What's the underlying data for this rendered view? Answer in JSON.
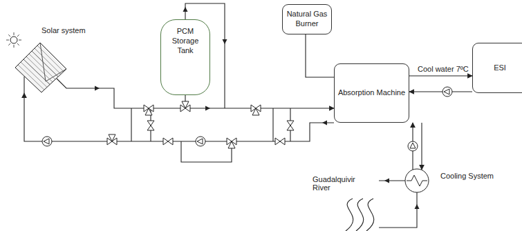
{
  "diagram": {
    "nodes": [
      {
        "text": [
          "Solar system"
        ]
      },
      {
        "text": [
          "PCM Storage Tank"
        ]
      },
      {
        "text": [
          "Natural Gas Burner"
        ]
      },
      {
        "text": [
          "Absorption Machine"
        ]
      },
      {
        "text": [
          "ESI"
        ]
      },
      {
        "text": [
          "Cooling System"
        ]
      }
    ],
    "edges": [
      {
        "from": 0,
        "to": 3,
        "arrow": "to"
      },
      {
        "from": 3,
        "to": 0,
        "arrow": "to"
      },
      {
        "from": 2,
        "to": 3,
        "arrow": "none"
      },
      {
        "from": 3,
        "to": 4,
        "label": "Cool water 7ºC",
        "arrow": "to"
      },
      {
        "from": 4,
        "to": 3,
        "arrow": "to"
      },
      {
        "from": 5,
        "to": 3,
        "arrow": "to"
      },
      {
        "from": 3,
        "to": 5,
        "arrow": "to"
      }
    ],
    "labels": [
      "Guadalquivir River"
    ]
  }
}
